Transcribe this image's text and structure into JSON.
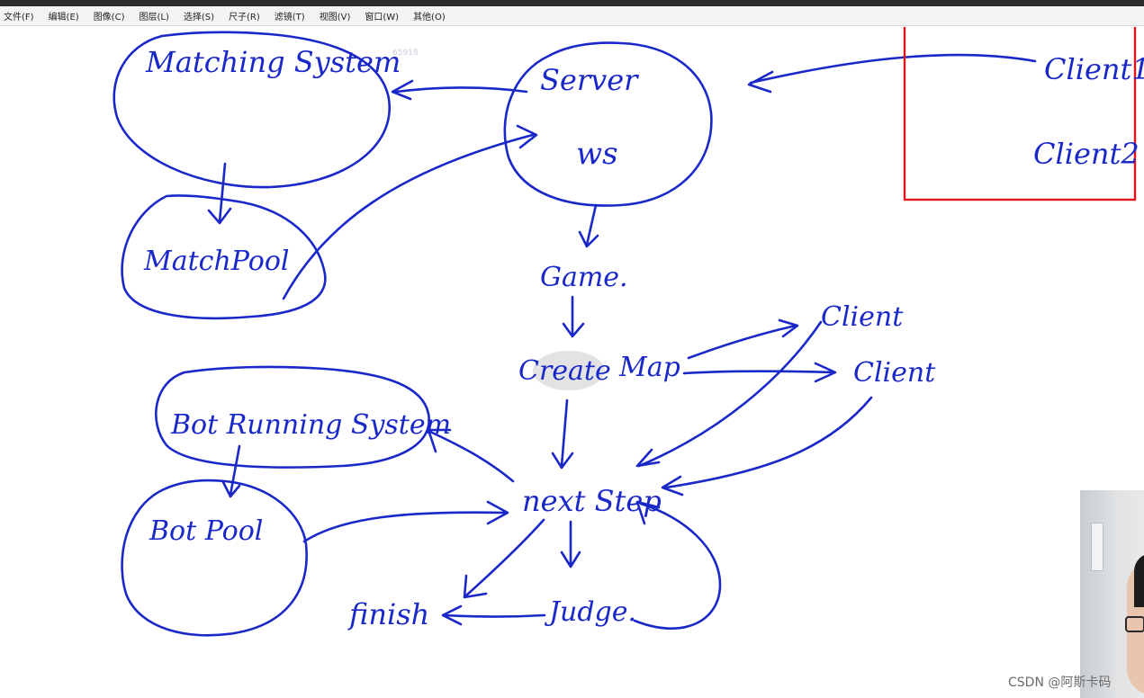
{
  "menu": {
    "items": [
      {
        "label": "文件(F)"
      },
      {
        "label": "编辑(E)"
      },
      {
        "label": "图像(C)"
      },
      {
        "label": "图层(L)"
      },
      {
        "label": "选择(S)"
      },
      {
        "label": "尺子(R)"
      },
      {
        "label": "滤镜(T)"
      },
      {
        "label": "视图(V)"
      },
      {
        "label": "窗口(W)"
      },
      {
        "label": "其他(O)"
      }
    ]
  },
  "canvas": {
    "faint_label": "65918",
    "nodes": {
      "matching_system": "Matching System",
      "match_pool": "MatchPool",
      "server": "Server",
      "ws": "ws",
      "client1": "Client1",
      "client2": "Client2",
      "game": "Game.",
      "create": "Create",
      "map": "Map",
      "client_a": "Client",
      "client_b": "Client",
      "bot_running_system": "Bot Running System",
      "bot_pool": "Bot Pool",
      "next_step": "next Step",
      "judge": "Judge.",
      "finish": "finish"
    },
    "colors": {
      "ink": "#1a28c9",
      "selection": "#e0141b"
    }
  },
  "watermark": "CSDN @阿斯卡码"
}
